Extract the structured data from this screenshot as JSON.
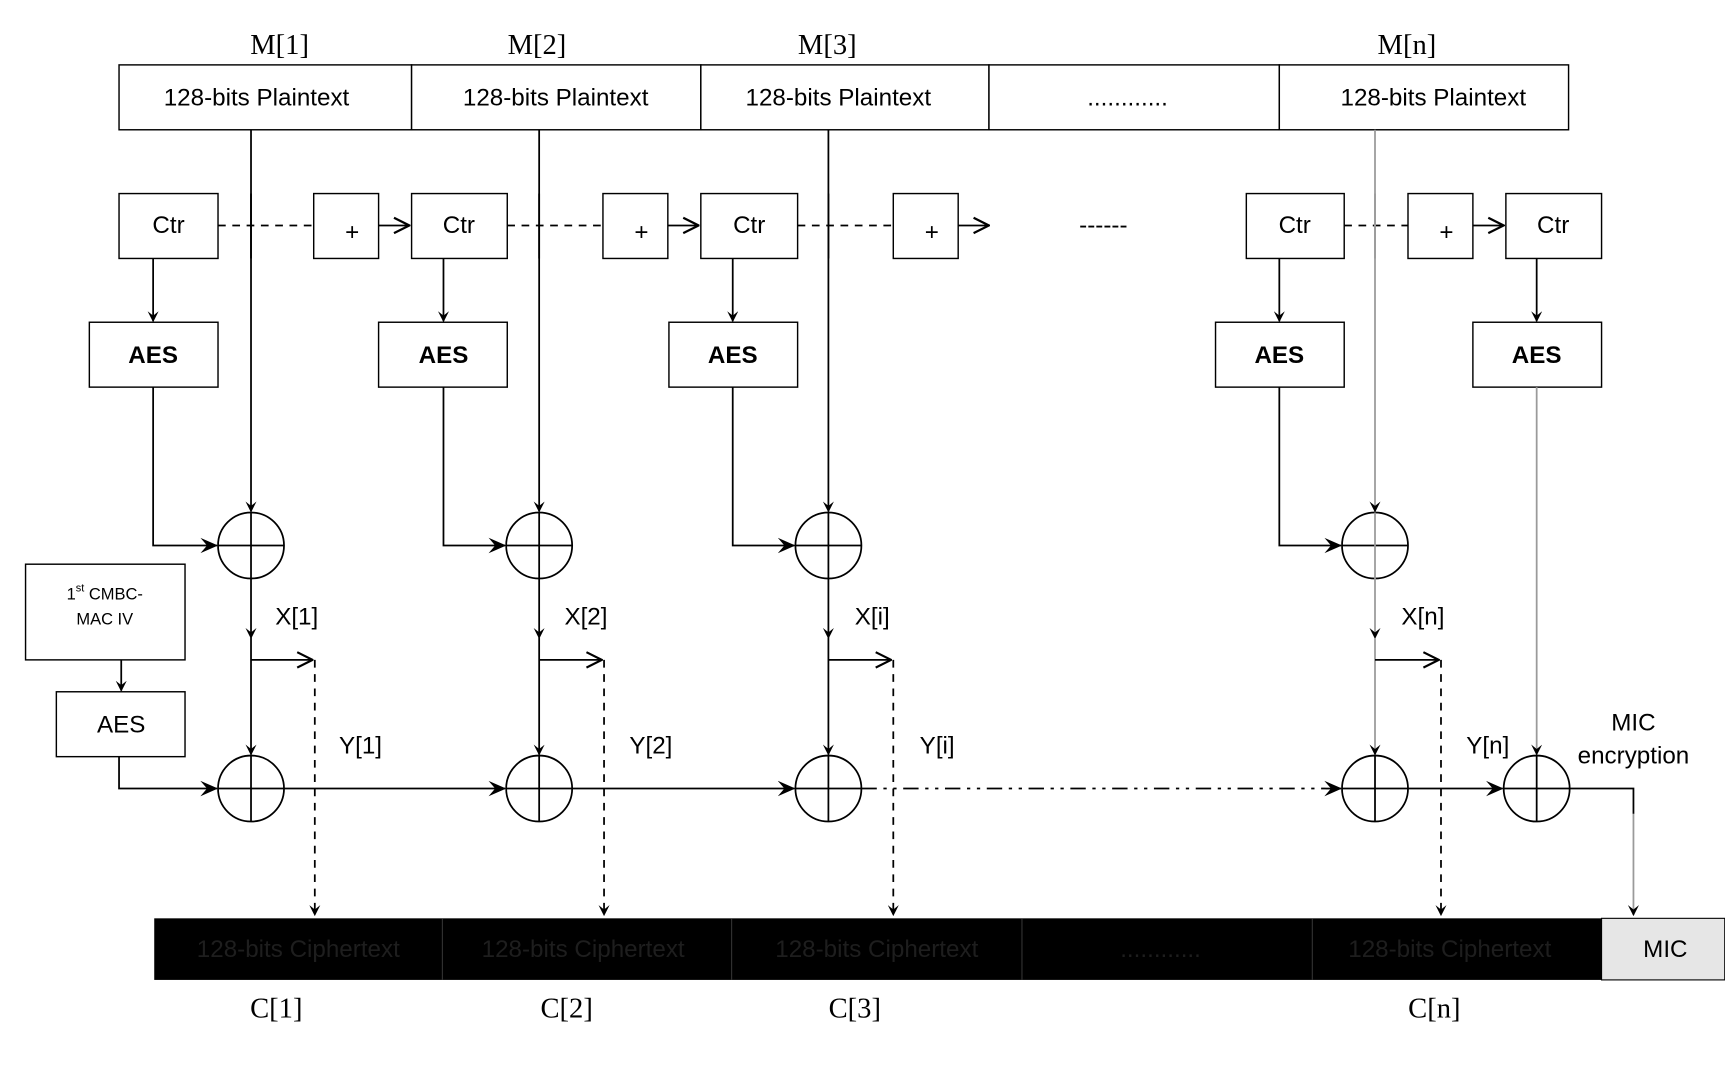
{
  "message_labels": [
    "M[1]",
    "M[2]",
    "M[3]",
    "M[n]"
  ],
  "plaintext_blocks": [
    "128-bits Plaintext",
    "128-bits Plaintext",
    "128-bits Plaintext",
    "............",
    "128-bits Plaintext"
  ],
  "counter_label": "Ctr",
  "increment_label": "+",
  "counter_ellipsis": "------",
  "aes_label": "AES",
  "iv_box": {
    "line1_sup": "st",
    "line1_num": "1",
    "line1": " CMBC-",
    "line2": "MAC IV"
  },
  "x_labels": [
    "X[1]",
    "X[2]",
    "X[i]",
    "X[n]"
  ],
  "y_labels": [
    "Y[1]",
    "Y[2]",
    "Y[i]",
    "Y[n]"
  ],
  "mic_encryption": [
    "MIC",
    "encryption"
  ],
  "ciphertext_blocks": [
    "128-bits Ciphertext",
    "128-bits Ciphertext",
    "128-bits Ciphertext",
    "............",
    "128-bits Ciphertext"
  ],
  "mic_label": "MIC",
  "cipher_labels": [
    "C[1]",
    "C[2]",
    "C[3]",
    "C[n]"
  ],
  "colors": {
    "ciphertext_bar": "#000000",
    "ciphertext_text": "#1e1e1e",
    "mic_box": "#e6e6e6",
    "gray_line": "#9a9a9a"
  }
}
